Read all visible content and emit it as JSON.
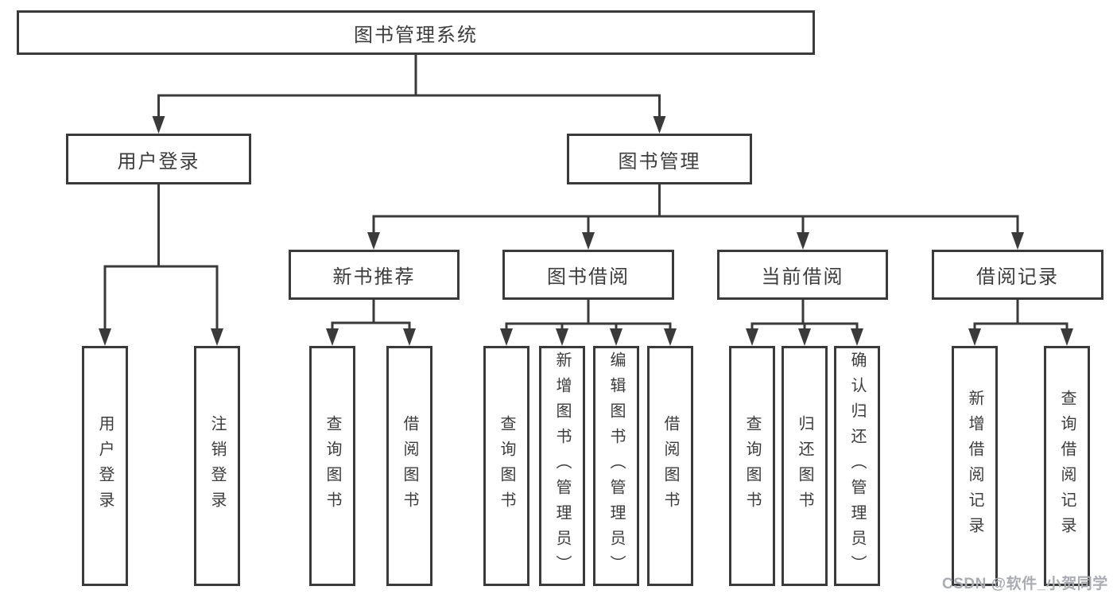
{
  "diagram": {
    "root_label": "图书管理系统",
    "branches": [
      {
        "label": "用户登录",
        "children": [
          {
            "label": "用户登录"
          },
          {
            "label": "注销登录"
          }
        ]
      },
      {
        "label": "图书管理",
        "groups": [
          {
            "label": "新书推荐",
            "children": [
              {
                "label": "查询图书"
              },
              {
                "label": "借阅图书"
              }
            ]
          },
          {
            "label": "图书借阅",
            "children": [
              {
                "label": "查询图书"
              },
              {
                "label": "新增图书（管理员）"
              },
              {
                "label": "编辑图书（管理员）"
              },
              {
                "label": "借阅图书"
              }
            ]
          },
          {
            "label": "当前借阅",
            "children": [
              {
                "label": "查询图书"
              },
              {
                "label": "归还图书"
              },
              {
                "label": "确认归还（管理员）"
              }
            ]
          },
          {
            "label": "借阅记录",
            "children": [
              {
                "label": "新增借阅记录"
              },
              {
                "label": "查询借阅记录"
              }
            ]
          }
        ]
      }
    ]
  },
  "watermark": {
    "text": "CSDN @软件_小贺同学",
    "color": "#a9acb2"
  },
  "colors": {
    "line": "#3a3a3a",
    "node_border": "#3a3a3a",
    "text": "#3c3c3c",
    "background": "#ffffff"
  }
}
